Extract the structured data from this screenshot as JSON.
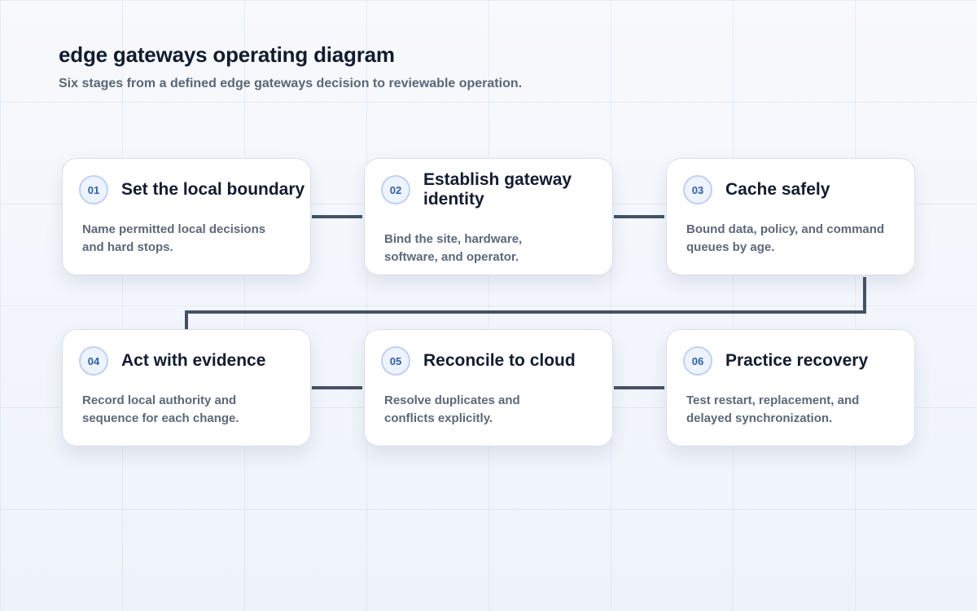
{
  "header": {
    "title": "edge gateways operating diagram",
    "subtitle": "Six stages from a defined edge gateways decision to reviewable operation."
  },
  "stages": [
    {
      "number": "01",
      "title": "Set the local boundary",
      "description": "Name permitted local decisions and hard stops."
    },
    {
      "number": "02",
      "title": "Establish gateway identity",
      "description": "Bind the site, hardware, software, and operator."
    },
    {
      "number": "03",
      "title": "Cache safely",
      "description": "Bound data, policy, and command queues by age."
    },
    {
      "number": "04",
      "title": "Act with evidence",
      "description": "Record local authority and sequence for each change."
    },
    {
      "number": "05",
      "title": "Reconcile to cloud",
      "description": "Resolve duplicates and conflicts explicitly."
    },
    {
      "number": "06",
      "title": "Practice recovery",
      "description": "Test restart, replacement, and delayed synchronization."
    }
  ],
  "colors": {
    "connector": "#465264",
    "badge_text": "#2f5fa7",
    "title_text": "#131c2e",
    "body_text": "#5d6878"
  }
}
